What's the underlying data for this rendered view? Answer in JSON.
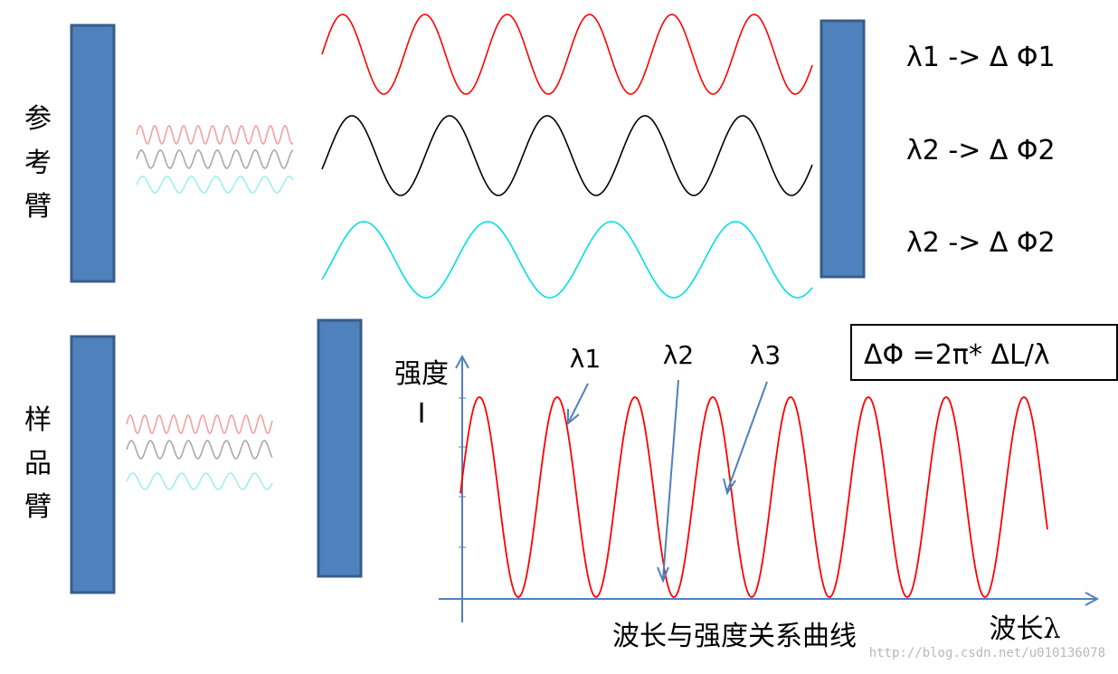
{
  "reference_arm": {
    "label_chars": [
      "参",
      "考",
      "臂"
    ]
  },
  "sample_arm": {
    "label_chars": [
      "样",
      "品",
      "臂"
    ]
  },
  "wave_relations": [
    {
      "text": "λ1 -> Δ Φ1",
      "color": "#ff0000"
    },
    {
      "text": "λ2 -> Δ Φ2",
      "color": "#000000"
    },
    {
      "text": "λ2 -> Δ Φ2",
      "color": "#00e0e0"
    }
  ],
  "small_wave_colors": [
    "#f4a0a0",
    "#a8a8a8",
    "#a0eef0"
  ],
  "formula": "ΔΦ =2π* ΔL/λ",
  "graph": {
    "y_label_line1": "强度",
    "y_label_line2": "I",
    "x_label": "波长λ",
    "caption": "波长与强度关系曲线",
    "curve_color": "#ff0000",
    "axis_color": "#4f81bd",
    "peak_labels": [
      "λ1",
      "λ2",
      "λ3"
    ]
  },
  "watermark": "http://blog.csdn.net/u010136078"
}
